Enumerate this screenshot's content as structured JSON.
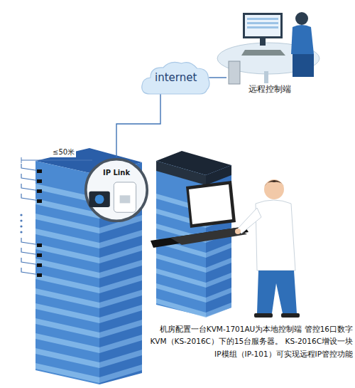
{
  "diagram": {
    "caption": "机房配置一台KVM-1701AU为本地控制端 管控16口数字KVM（KS-2016C）下的15台服务器。 KS-2016C增设一块IP模组（IP-101）可实现远程IP管控功能",
    "nodes": [
      {
        "text": [
          "internet"
        ]
      },
      {
        "text": [
          "远程控制端"
        ]
      },
      {
        "text": [
          "IP Link"
        ]
      }
    ],
    "edges": [
      {
        "from": 0,
        "to": 1,
        "arrow": "none"
      },
      {
        "from": 0,
        "to": 2,
        "arrow": "none"
      }
    ],
    "labels": [
      "≤50米"
    ]
  }
}
